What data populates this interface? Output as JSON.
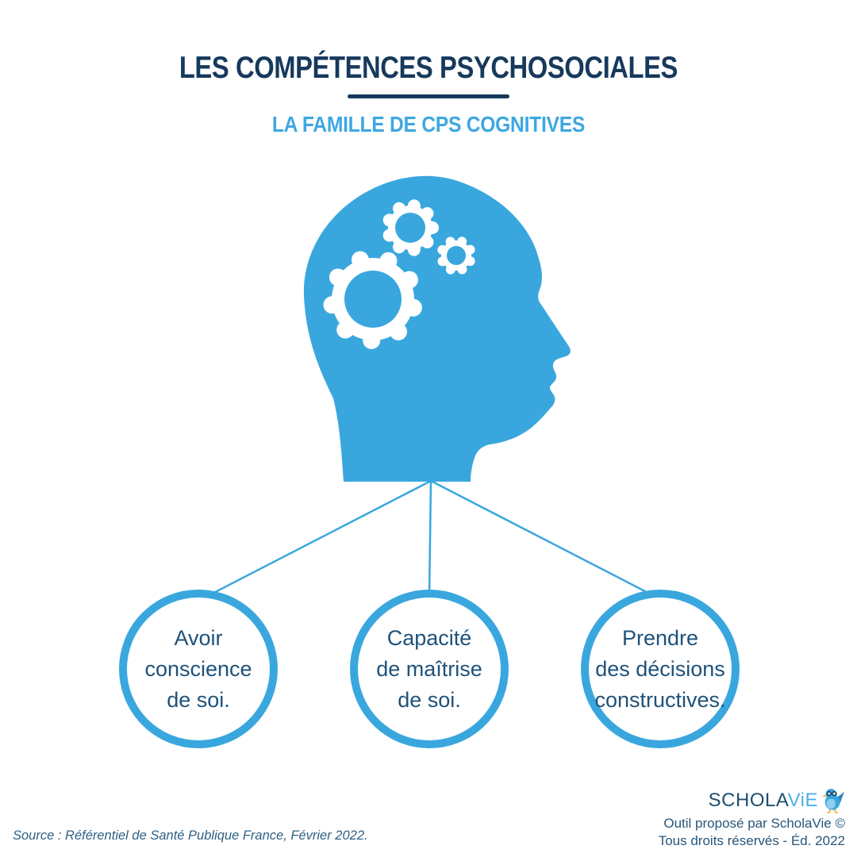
{
  "header": {
    "title": "LES COMPÉTENCES PSYCHOSOCIALES",
    "subtitle": "LA FAMILLE DE CPS COGNITIVES"
  },
  "colors": {
    "accent_blue": "#39A7DE",
    "subtitle_blue": "#3EA7E2",
    "dark_navy": "#16395C",
    "bubble_text_navy": "#1E527A",
    "logo_navy": "#1F4E70",
    "logo_light_blue": "#4FB0E8"
  },
  "illustration": {
    "head_icon": "head-profile-icon",
    "gear_icons": [
      "gear-large-icon",
      "gear-medium-icon",
      "gear-small-icon"
    ]
  },
  "bubbles": [
    {
      "lines": [
        "Avoir",
        "conscience",
        "de soi."
      ]
    },
    {
      "lines": [
        "Capacité",
        "de maîtrise",
        "de soi."
      ]
    },
    {
      "lines": [
        "Prendre",
        "des décisions",
        "constructives."
      ]
    }
  ],
  "footer": {
    "source": "Source : Référentiel de Santé Publique France, Février 2022.",
    "logo": {
      "part1": "SCHOLA",
      "part2": "ViE",
      "bird_icon": "bird-mascot-icon"
    },
    "credit_line1": "Outil proposé par ScholaVie ©",
    "credit_line2": "Tous droits réservés - Éd. 2022"
  }
}
